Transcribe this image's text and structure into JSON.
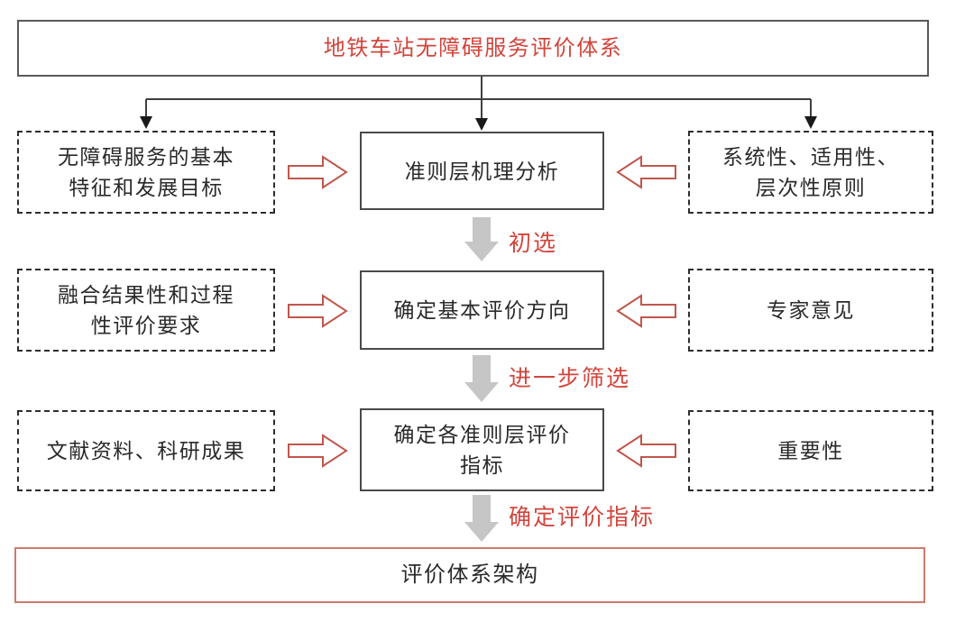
{
  "title": "地铁车站无障碍服务评价体系",
  "bottom_label": "评价体系架构",
  "rows": [
    {
      "left": "无障碍服务的基本\n特征和发展目标",
      "center": "准则层机理分析",
      "right": "系统性、适用性、\n层次性原则",
      "step_label": "初选"
    },
    {
      "left": "融合结果性和过程\n性评价要求",
      "center": "确定基本评价方向",
      "right": "专家意见",
      "step_label": "进一步筛选"
    },
    {
      "left": "文献资料、科研成果",
      "center": "确定各准则层评价\n指标",
      "right": "重要性",
      "step_label": "确定评价指标"
    }
  ],
  "icons": {
    "down_arrow_icon": "⬇",
    "block_arrow_right_icon": "⇨",
    "block_arrow_left_icon": "⇦",
    "connector_arrowhead_icon": "▼"
  },
  "colors": {
    "accent_red": "#d2453c",
    "block_arrow_outline": "#c0564c",
    "gray_arrow": "#c6c6c6",
    "bottom_box_border": "#cc7a6d",
    "solid_box_border": "#4a4a4a",
    "dashed_box_border": "#2e2e2e",
    "connector_line": "#3f3f3f"
  }
}
